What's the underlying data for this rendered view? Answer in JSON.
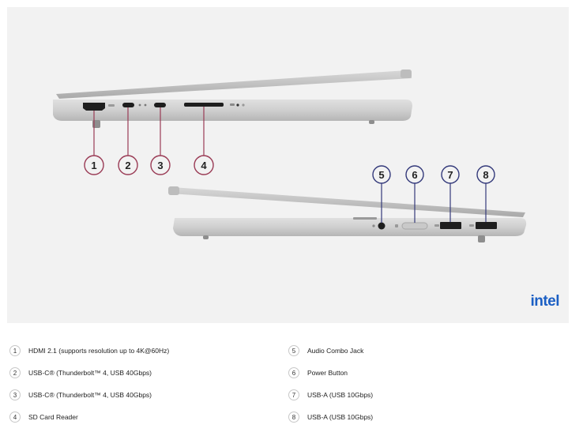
{
  "brand": {
    "logo_text": "intel",
    "logo_color": "#1b5fc4"
  },
  "callouts": [
    {
      "num": "1",
      "color": "#9a3b55"
    },
    {
      "num": "2",
      "color": "#9a3b55"
    },
    {
      "num": "3",
      "color": "#9a3b55"
    },
    {
      "num": "4",
      "color": "#9a3b55"
    },
    {
      "num": "5",
      "color": "#33397a"
    },
    {
      "num": "6",
      "color": "#33397a"
    },
    {
      "num": "7",
      "color": "#33397a"
    },
    {
      "num": "8",
      "color": "#33397a"
    }
  ],
  "legend": [
    {
      "num": "1",
      "label": "HDMI 2.1 (supports resolution up to 4K@60Hz)"
    },
    {
      "num": "2",
      "label": "USB-C® (Thunderbolt™ 4, USB 40Gbps)"
    },
    {
      "num": "3",
      "label": "USB-C® (Thunderbolt™ 4, USB 40Gbps)"
    },
    {
      "num": "4",
      "label": "SD Card Reader"
    },
    {
      "num": "5",
      "label": "Audio Combo Jack"
    },
    {
      "num": "6",
      "label": "Power Button"
    },
    {
      "num": "7",
      "label": "USB-A (USB 10Gbps)"
    },
    {
      "num": "8",
      "label": "USB-A (USB 10Gbps)"
    }
  ]
}
